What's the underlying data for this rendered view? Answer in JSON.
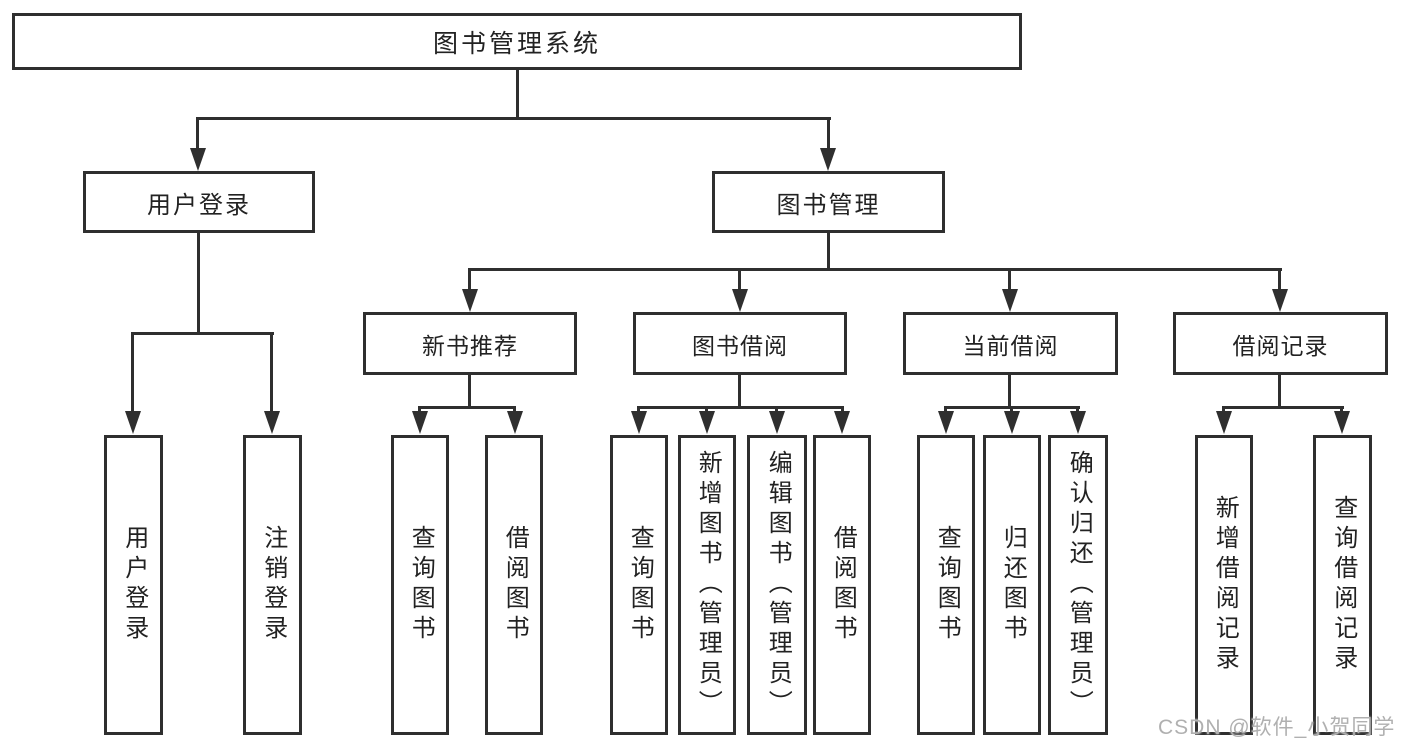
{
  "diagram": {
    "title_node": {
      "label": "图书管理系统"
    },
    "level2": [
      {
        "label": "用户登录"
      },
      {
        "label": "图书管理"
      }
    ],
    "level3": [
      {
        "label": "新书推荐"
      },
      {
        "label": "图书借阅"
      },
      {
        "label": "当前借阅"
      },
      {
        "label": "借阅记录"
      }
    ],
    "leaves": [
      {
        "label": "用户登录",
        "parent": "用户登录"
      },
      {
        "label": "注销登录",
        "parent": "用户登录"
      },
      {
        "label": "查询图书",
        "parent": "新书推荐"
      },
      {
        "label": "借阅图书",
        "parent": "新书推荐"
      },
      {
        "label": "查询图书",
        "parent": "图书借阅"
      },
      {
        "label": "新增图书（管理员）",
        "parent": "图书借阅"
      },
      {
        "label": "编辑图书（管理员）",
        "parent": "图书借阅"
      },
      {
        "label": "借阅图书",
        "parent": "图书借阅"
      },
      {
        "label": "查询图书",
        "parent": "当前借阅"
      },
      {
        "label": "归还图书",
        "parent": "当前借阅"
      },
      {
        "label": "确认归还（管理员）",
        "parent": "当前借阅"
      },
      {
        "label": "新增借阅记录",
        "parent": "借阅记录"
      },
      {
        "label": "查询借阅记录",
        "parent": "借阅记录"
      }
    ],
    "watermark": "CSDN @软件_小贺同学",
    "colors": {
      "line": "#2f2f2f",
      "text": "#222222",
      "watermark": "#b0b0b0",
      "background": "#ffffff"
    }
  }
}
